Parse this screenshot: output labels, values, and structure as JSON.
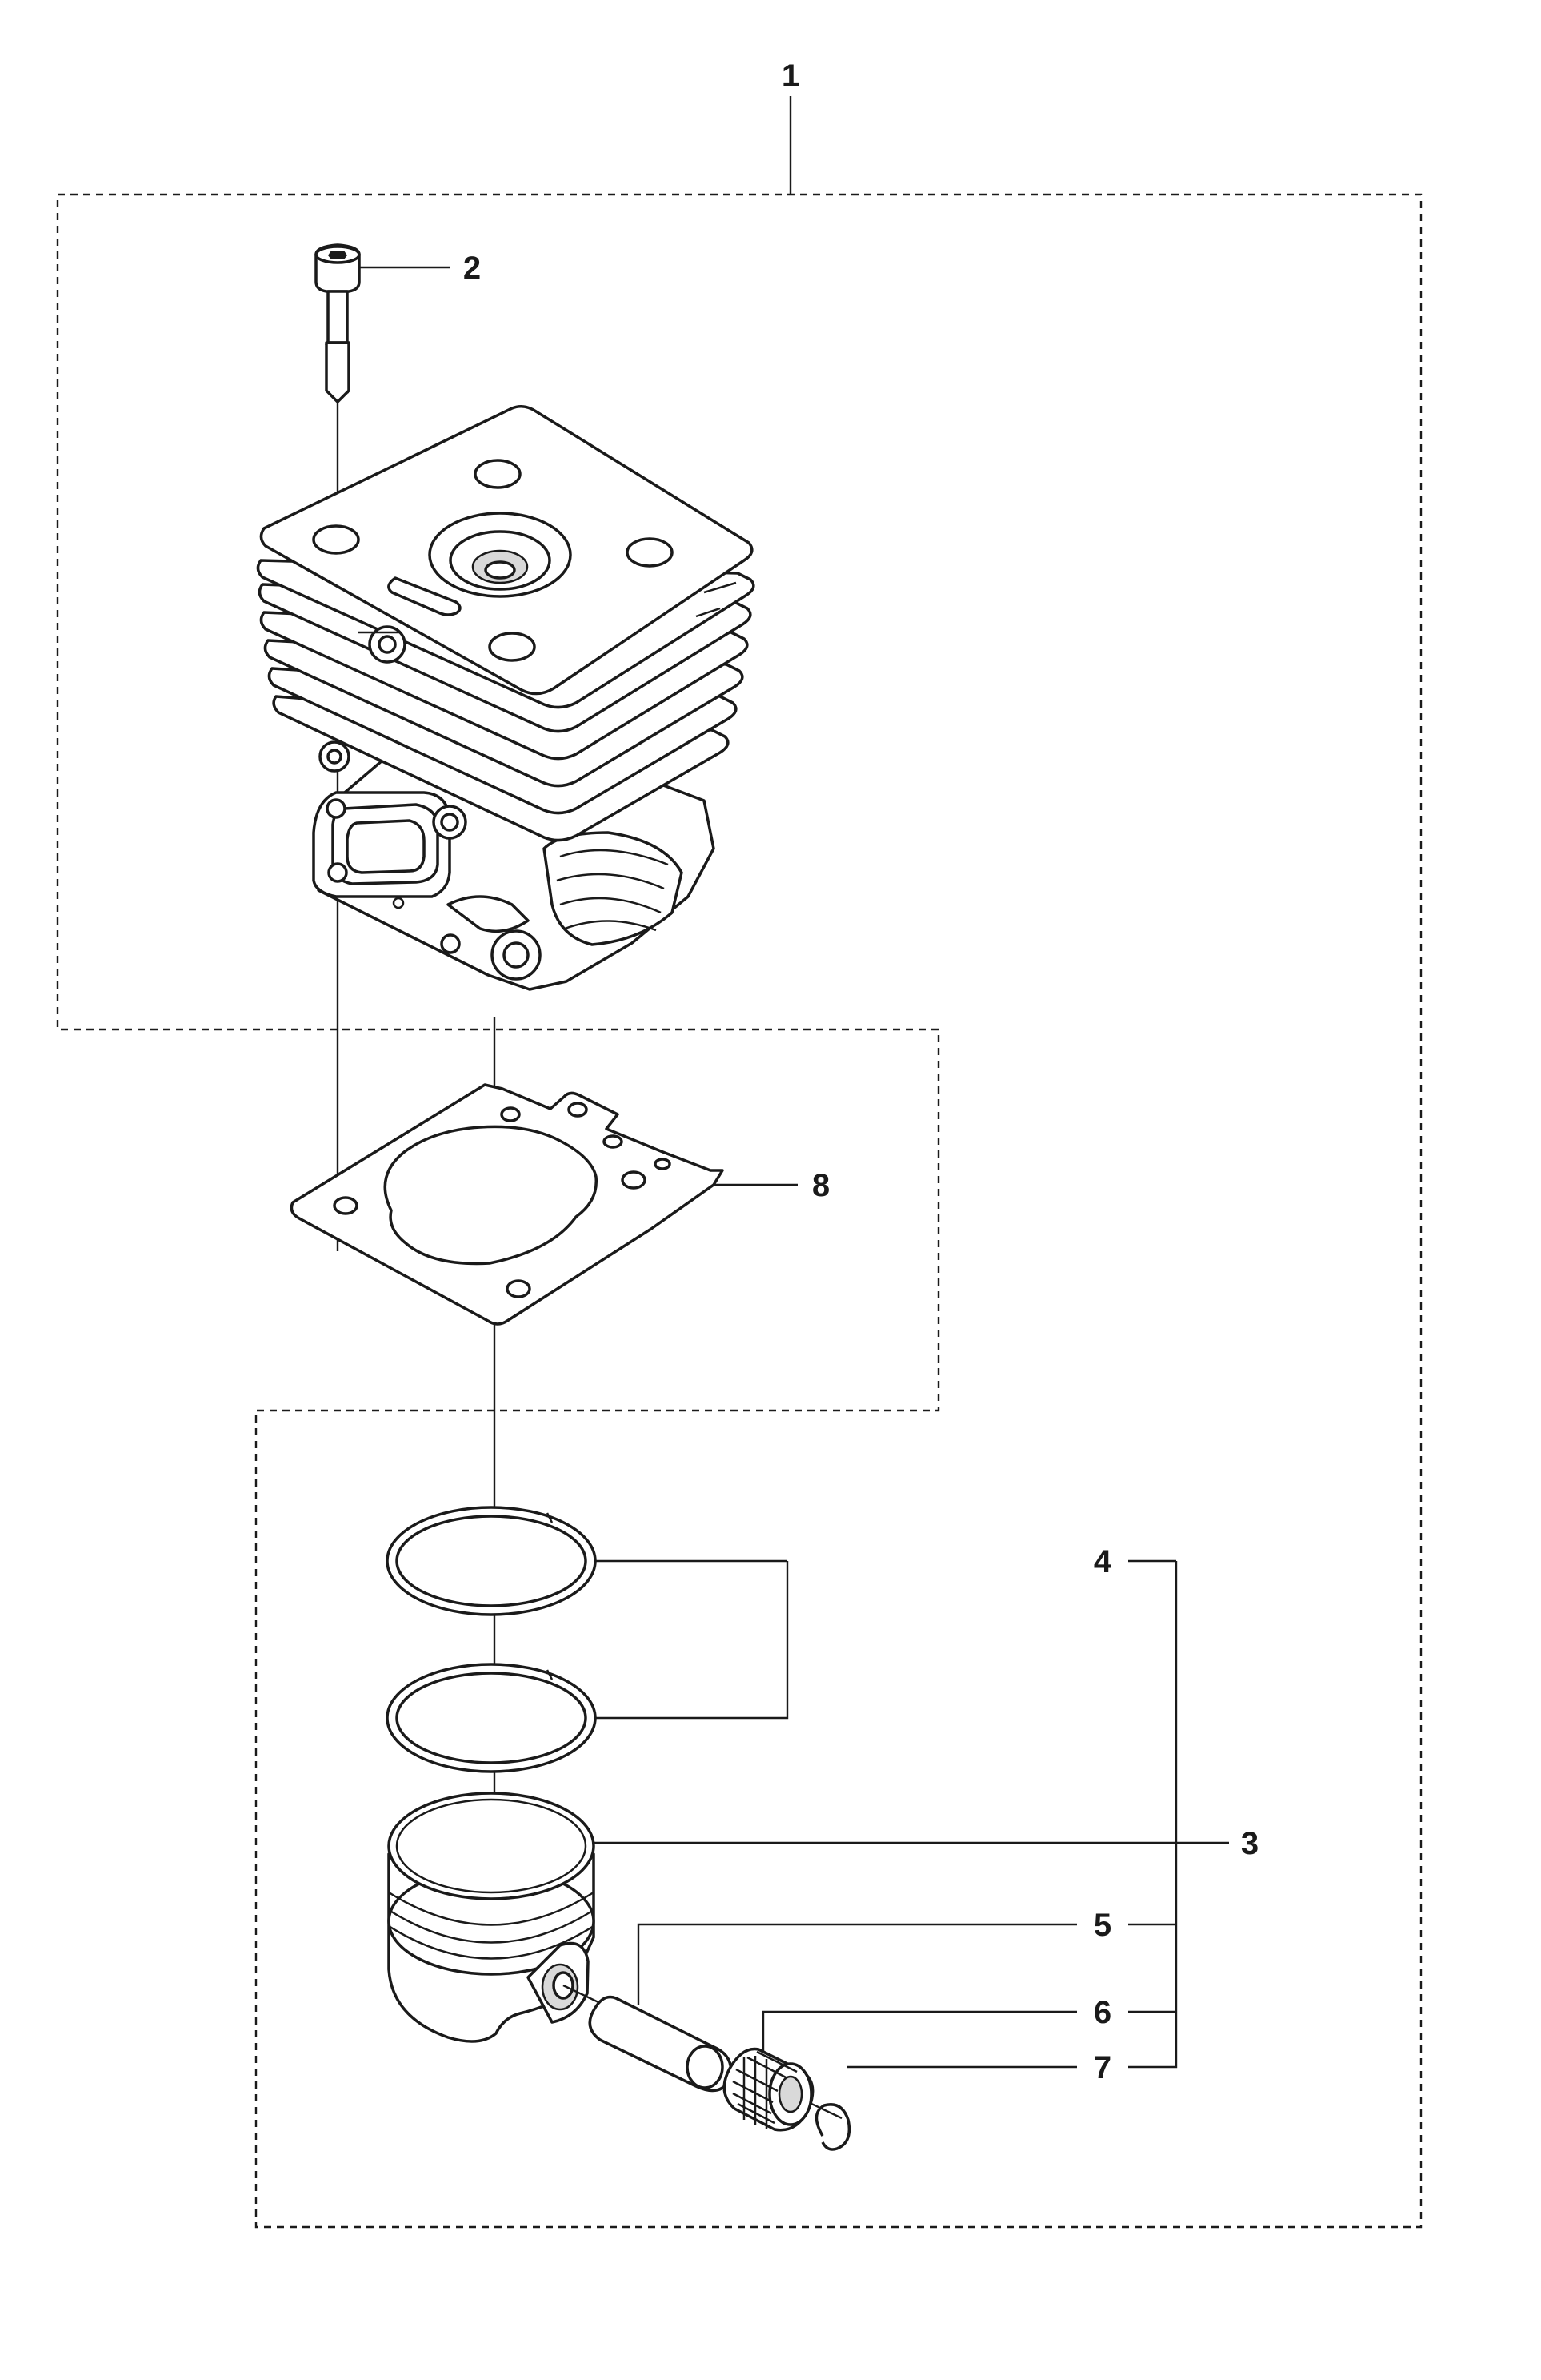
{
  "callouts": {
    "c1": "1",
    "c2": "2",
    "c3": "3",
    "c4": "4",
    "c5": "5",
    "c6": "6",
    "c7": "7",
    "c8": "8"
  },
  "parts": [
    {
      "ref": "1",
      "name": "cylinder-assembly-group"
    },
    {
      "ref": "2",
      "name": "screw"
    },
    {
      "ref": "3",
      "name": "piston-kit-group"
    },
    {
      "ref": "4",
      "name": "piston-ring"
    },
    {
      "ref": "5",
      "name": "piston-pin"
    },
    {
      "ref": "6",
      "name": "needle-bearing"
    },
    {
      "ref": "7",
      "name": "circlip"
    },
    {
      "ref": "8",
      "name": "cylinder-gasket"
    }
  ],
  "colors": {
    "line": "#1a1a1a",
    "background": "#ffffff",
    "shade": "#d9d9d9"
  }
}
